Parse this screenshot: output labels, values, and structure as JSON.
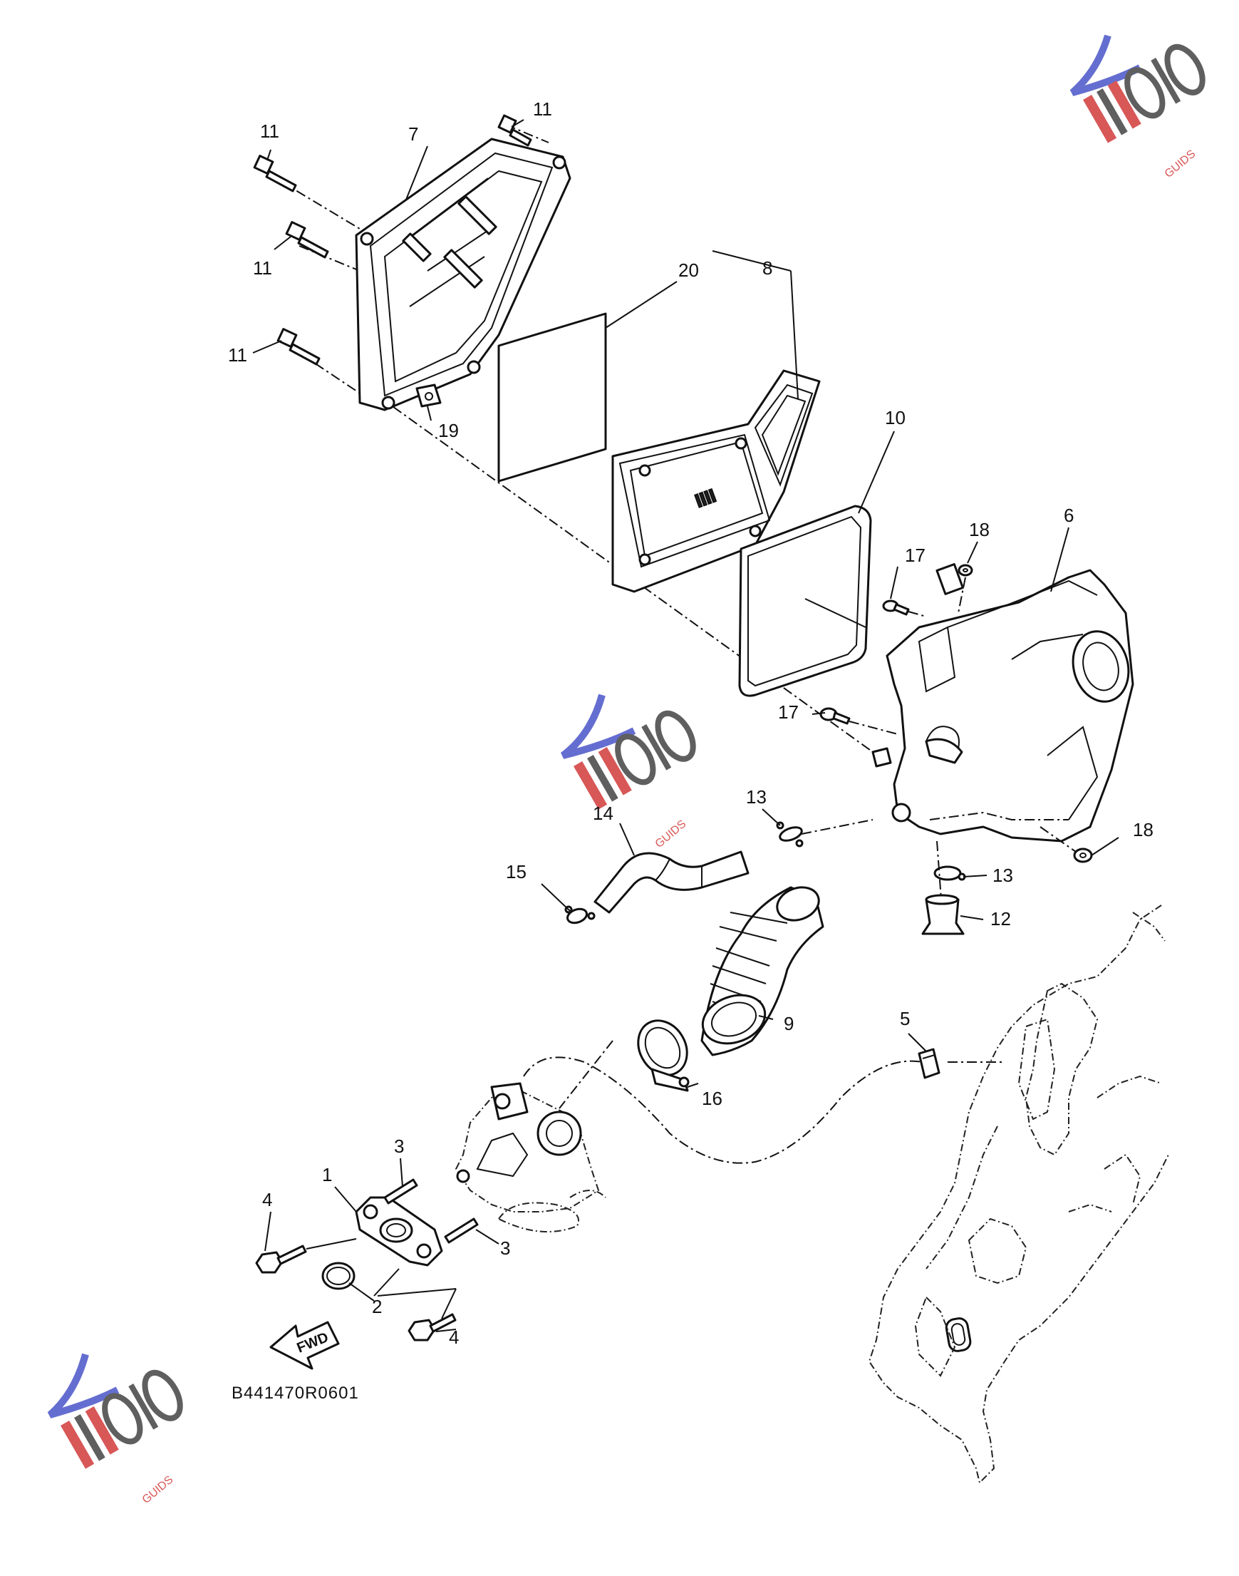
{
  "diagram": {
    "code": "B441470R0601",
    "fwd_label": "FWD",
    "watermark_text": "GUIDS",
    "callouts": {
      "c1": "1",
      "c2": "2",
      "c3a": "3",
      "c3b": "3",
      "c4a": "4",
      "c4b": "4",
      "c5": "5",
      "c6": "6",
      "c7": "7",
      "c8": "8",
      "c9": "9",
      "c10": "10",
      "c11a": "11",
      "c11b": "11",
      "c11c": "11",
      "c11d": "11",
      "c12": "12",
      "c13a": "13",
      "c13b": "13",
      "c14": "14",
      "c15": "15",
      "c16": "16",
      "c17a": "17",
      "c17b": "17",
      "c18a": "18",
      "c18b": "18",
      "c19": "19",
      "c20": "20"
    },
    "colors": {
      "line": "#111111",
      "watermark_blue": "#4a55c8",
      "watermark_red": "#d23a3a"
    }
  }
}
